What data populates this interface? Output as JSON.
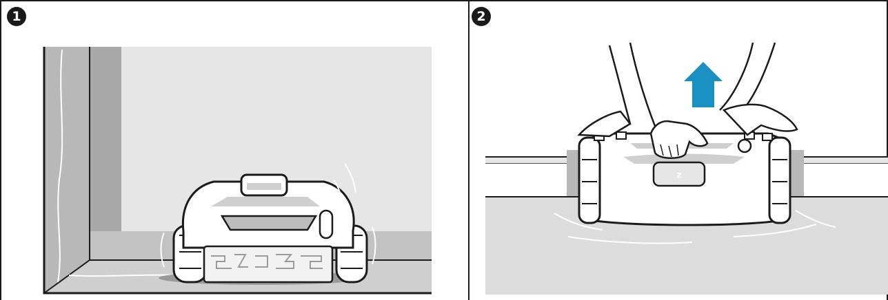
{
  "steps": [
    {
      "number": "1"
    },
    {
      "number": "2"
    }
  ],
  "colors": {
    "outline": "#1a1a1a",
    "wall_light": "#e6e6e6",
    "wall_mid": "#b3b3b3",
    "floor": "#d7d7d7",
    "water": "#dcdcdc",
    "arrow": "#1a8fc1",
    "robot_body": "#ffffff",
    "robot_shade": "#cfcfcf"
  },
  "icons": {
    "step1": "pool-robot-on-floor",
    "step2": "hands-lifting-robot",
    "direction": "up-arrow-icon"
  }
}
